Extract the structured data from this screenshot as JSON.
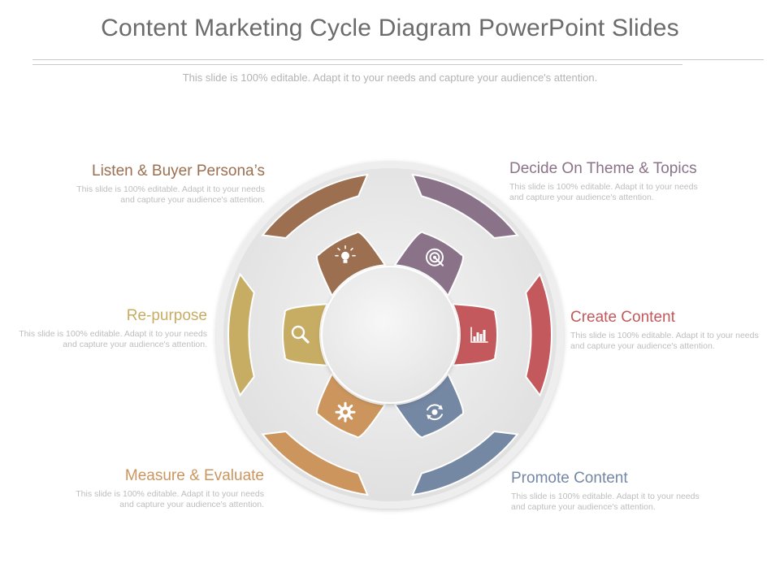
{
  "slide": {
    "title": "Content Marketing Cycle Diagram PowerPoint Slides",
    "subtitle": "This slide is 100% editable. Adapt it to your needs and capture your audience's attention."
  },
  "steps": [
    {
      "title": "Listen & Buyer Persona’s",
      "description": "This slide is 100% editable. Adapt it to your needs and capture your audience's attention.",
      "color": "#9b6f50",
      "icon": "lightbulb-icon"
    },
    {
      "title": "Decide On Theme  & Topics",
      "description": "This slide is 100% editable. Adapt it to your needs and capture your audience's attention.",
      "color": "#8a7389",
      "icon": "target-icon"
    },
    {
      "title": "Create Content",
      "description": "This slide is 100% editable. Adapt it to your needs and capture your audience's attention.",
      "color": "#c3595c",
      "icon": "bar-chart-icon"
    },
    {
      "title": "Promote Content",
      "description": "This slide is 100% editable. Adapt it to your needs and capture your audience's attention.",
      "color": "#7487a3",
      "icon": "cycle-gear-icon"
    },
    {
      "title": "Measure & Evaluate",
      "description": "This slide is 100% editable. Adapt it to your needs and capture your audience's attention.",
      "color": "#cc955e",
      "icon": "gear-icon"
    },
    {
      "title": "Re-purpose",
      "description": "This slide is 100% editable. Adapt it to your needs and capture your audience's attention.",
      "color": "#c7ac63",
      "icon": "magnifier-icon"
    }
  ]
}
